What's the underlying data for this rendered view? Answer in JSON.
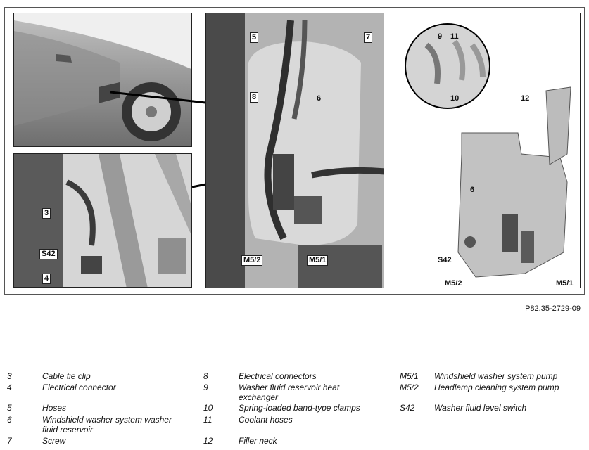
{
  "figure_ref": "P82.35-2729-09",
  "callouts": {
    "p2_3": "3",
    "p2_s42": "S42",
    "p2_4": "4",
    "p3_5": "5",
    "p3_7": "7",
    "p3_8": "8",
    "p3_6": "6",
    "p3_m52": "M5/2",
    "p3_m51": "M5/1",
    "p4_9": "9",
    "p4_11": "11",
    "p4_10": "10",
    "p4_12": "12",
    "p4_6": "6",
    "p4_s42": "S42",
    "p4_m52": "M5/2",
    "p4_m51": "M5/1"
  },
  "legend": [
    {
      "key": "3",
      "text": "Cable tie clip"
    },
    {
      "key": "4",
      "text": "Electrical connector"
    },
    {
      "key": "5",
      "text": "Hoses"
    },
    {
      "key": "6",
      "text": "Windshield washer system washer fluid reservoir"
    },
    {
      "key": "7",
      "text": "Screw"
    },
    {
      "key": "8",
      "text": "Electrical connectors"
    },
    {
      "key": "9",
      "text": "Washer fluid reservoir heat exchanger"
    },
    {
      "key": "10",
      "text": "Spring-loaded band-type clamps"
    },
    {
      "key": "11",
      "text": "Coolant hoses"
    },
    {
      "key": "12",
      "text": "Filler neck"
    },
    {
      "key": "M5/1",
      "text": "Windshield washer system pump"
    },
    {
      "key": "M5/2",
      "text": "Headlamp cleaning system pump"
    },
    {
      "key": "S42",
      "text": "Washer fluid level switch"
    }
  ]
}
